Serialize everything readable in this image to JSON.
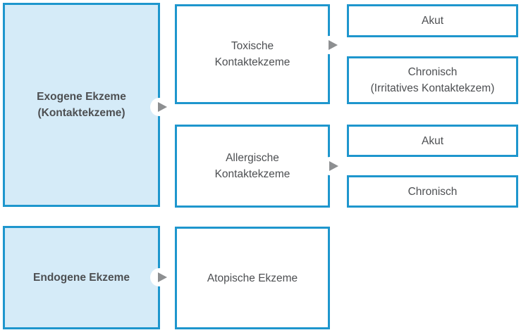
{
  "diagram": {
    "language": "de",
    "colors": {
      "box_border": "#1e96cd",
      "box_fill_highlight": "#d5ebf8",
      "box_fill_default": "#ffffff",
      "text": "#4d4f52",
      "arrow": "#8d8f91",
      "background": "#ffffff"
    },
    "nodes": {
      "exogene": {
        "line1": "Exogene Ekzeme",
        "line2": "(Kontaktekzeme)"
      },
      "toxische": {
        "line1": "Toxische",
        "line2": "Kontaktekzeme"
      },
      "akut_toxisch": {
        "line1": "Akut"
      },
      "chronisch_toxisch": {
        "line1": "Chronisch",
        "line2": "(Irritatives Kontaktekzem)"
      },
      "allergische": {
        "line1": "Allergische",
        "line2": "Kontaktekzeme"
      },
      "akut_allergisch": {
        "line1": "Akut"
      },
      "chronisch_allergisch": {
        "line1": "Chronisch"
      },
      "endogene": {
        "line1": "Endogene Ekzeme"
      },
      "atopische": {
        "line1": "Atopische Ekzeme"
      }
    },
    "edges": [
      {
        "from": "exogene",
        "to": "toxische_und_allergische"
      },
      {
        "from": "toxische",
        "to": "akut_toxisch_und_chronisch_toxisch"
      },
      {
        "from": "allergische",
        "to": "akut_allergisch_und_chronisch_allergisch"
      },
      {
        "from": "endogene",
        "to": "atopische"
      }
    ]
  }
}
